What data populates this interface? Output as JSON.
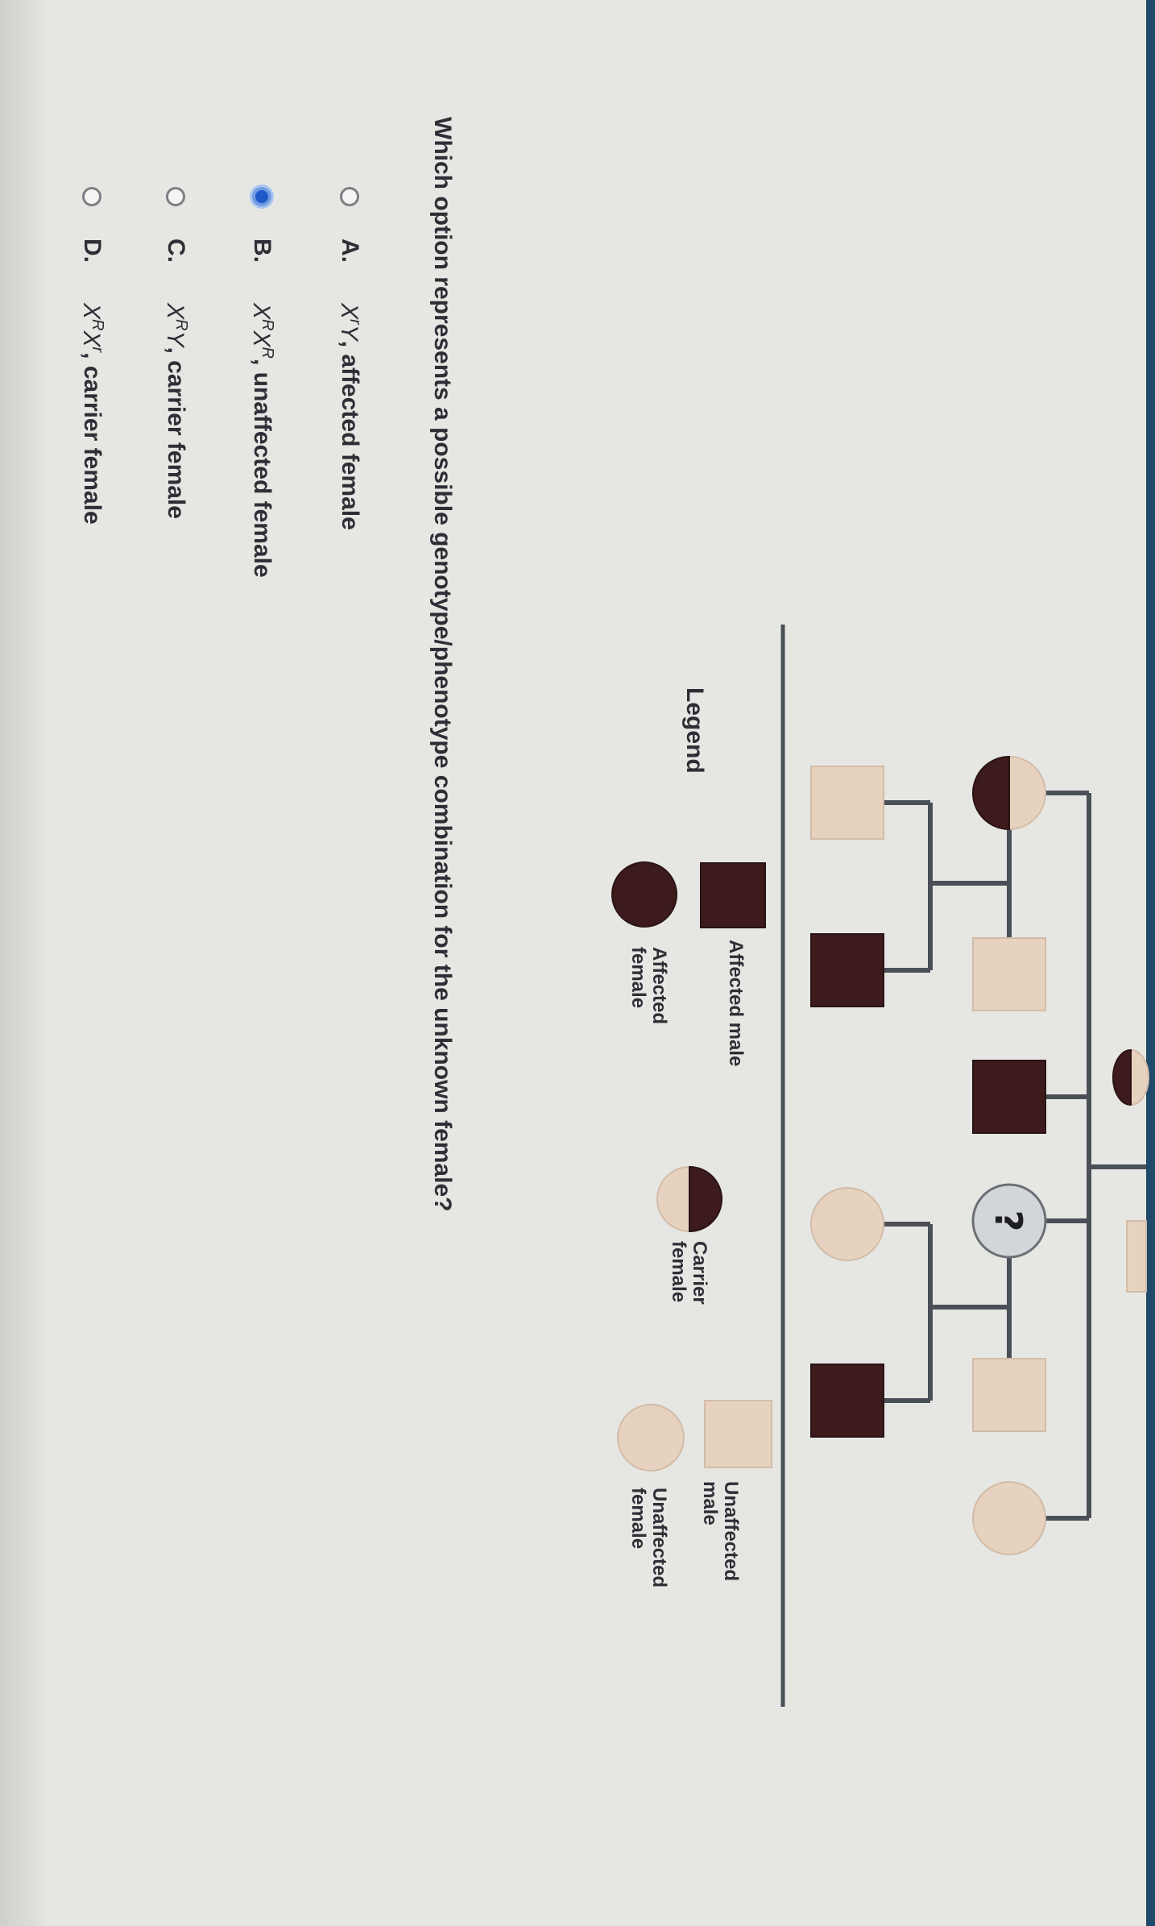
{
  "pedigree": {
    "unknown_label": "?",
    "colors": {
      "affected": "#3d1a1b",
      "unaffected": "#e6d2bf",
      "unknown": "#d3d6d9",
      "line": "#4b4f58"
    }
  },
  "legend": {
    "title": "Legend",
    "items": [
      {
        "label_line1": "Affected male",
        "label_line2": ""
      },
      {
        "label_line1": "Affected",
        "label_line2": "female"
      },
      {
        "label_line1": "Carrier",
        "label_line2": "female"
      },
      {
        "label_line1": "Unaffected",
        "label_line2": "male"
      },
      {
        "label_line1": "Unaffected",
        "label_line2": "female"
      }
    ]
  },
  "question": {
    "text": "Which option represents a possible genotype/phenotype combination for the unknown female?",
    "selected": "B",
    "options": [
      {
        "letter": "A.",
        "a1": "X",
        "a1_sup": "r",
        "a2": "Y",
        "a2_sup": "",
        "description": ", affected female"
      },
      {
        "letter": "B.",
        "a1": "X",
        "a1_sup": "R",
        "a2": "X",
        "a2_sup": "R",
        "description": ", unaffected female"
      },
      {
        "letter": "C.",
        "a1": "X",
        "a1_sup": "R",
        "a2": "Y",
        "a2_sup": "",
        "description": ", carrier female"
      },
      {
        "letter": "D.",
        "a1": "X",
        "a1_sup": "R",
        "a2": "X",
        "a2_sup": "r",
        "description": ", carrier female"
      }
    ]
  }
}
